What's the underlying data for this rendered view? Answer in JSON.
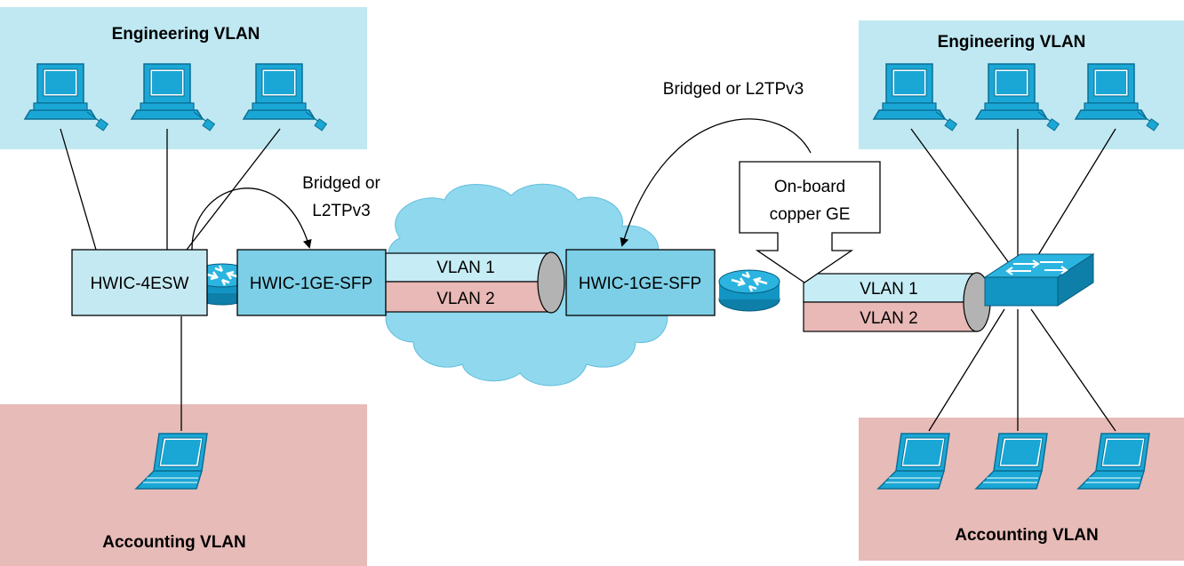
{
  "left": {
    "engineering_vlan": "Engineering VLAN",
    "accounting_vlan": "Accounting VLAN",
    "switch_module": "HWIC-4ESW",
    "sfp_module": "HWIC-1GE-SFP",
    "bridge_label_line1": "Bridged or",
    "bridge_label_line2": "L2TPv3"
  },
  "wan": {
    "vlan1": "VLAN 1",
    "vlan2": "VLAN 2"
  },
  "right": {
    "engineering_vlan": "Engineering VLAN",
    "accounting_vlan": "Accounting VLAN",
    "sfp_module": "HWIC-1GE-SFP",
    "bridge_label": "Bridged or L2TPv3",
    "onboard_line1": "On-board",
    "onboard_line2": "copper GE",
    "vlan1": "VLAN 1",
    "vlan2": "VLAN 2"
  },
  "colors": {
    "engineering_bg": "#bfe8f2",
    "accounting_bg": "#e7bbb8",
    "module_fill": "#c4e9f2",
    "cloud_fill": "#8fd8ee",
    "vlan1_fill": "#c6ecf5",
    "vlan2_fill": "#e8b9b6",
    "device_blue": "#1aa7d6",
    "device_dark": "#0e7fa8"
  }
}
